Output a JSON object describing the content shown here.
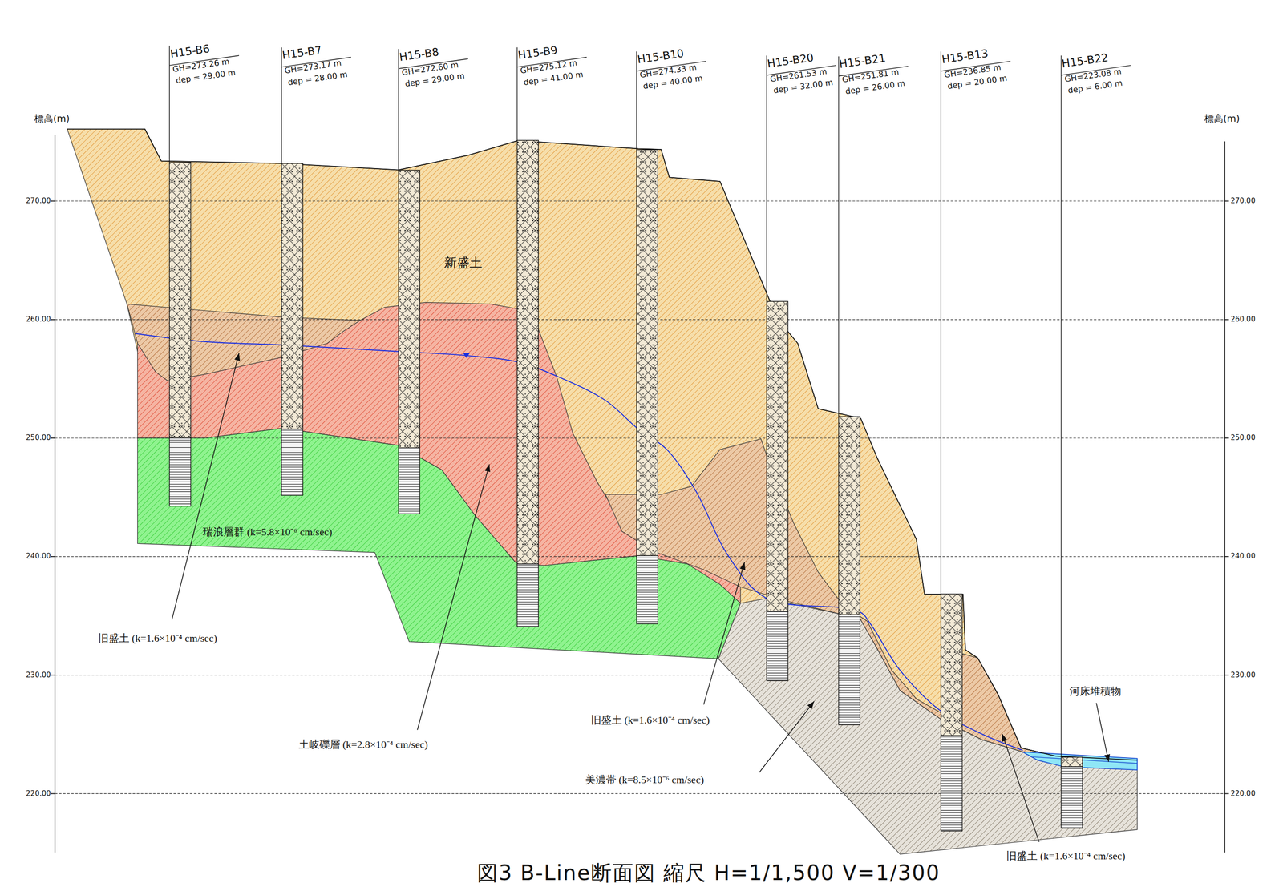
{
  "diagram": {
    "caption": "図3 B-Line断面図 縮尺 H=1/1,500 V=1/300",
    "labels": [
      "標高(m)",
      "270.00",
      "260.00",
      "250.00",
      "240.00",
      "230.00",
      "220.00",
      "H15-B6",
      "GH=273.26 m",
      "dep = 29.00 m",
      "H15-B7",
      "GH=273.17 m",
      "dep = 28.00 m",
      "H15-B8",
      "GH=272.60 m",
      "dep = 29.00 m",
      "H15-B9",
      "GH=275.12 m",
      "dep = 41.00 m",
      "H15-B10",
      "GH=274.33 m",
      "dep = 40.00 m",
      "H15-B20",
      "GH=261.53 m",
      "dep = 32.00 m",
      "H15-B21",
      "GH=251.81 m",
      "dep = 26.00 m",
      "H15-B13",
      "GH=236.85 m",
      "dep = 20.00 m",
      "H15-B22",
      "GH=223.08 m",
      "dep = 6.00 m",
      "新盛土",
      "瑞浪層群 (k=5.8×10⁻⁶ cm/sec)",
      "旧盛土 (k=1.6×10⁻⁴ cm/sec)",
      "土岐礫層 (k=2.8×10⁻⁴ cm/sec)",
      "旧盛土 (k=1.6×10⁻⁴ cm/sec)",
      "美濃帯 (k=8.5×10⁻⁶ cm/sec)",
      "河床堆積物",
      "旧盛土 (k=1.6×10⁻⁴ cm/sec)",
      "標高(m)",
      "270.00",
      "260.00",
      "250.00",
      "240.00",
      "230.00",
      "220.00"
    ]
  }
}
